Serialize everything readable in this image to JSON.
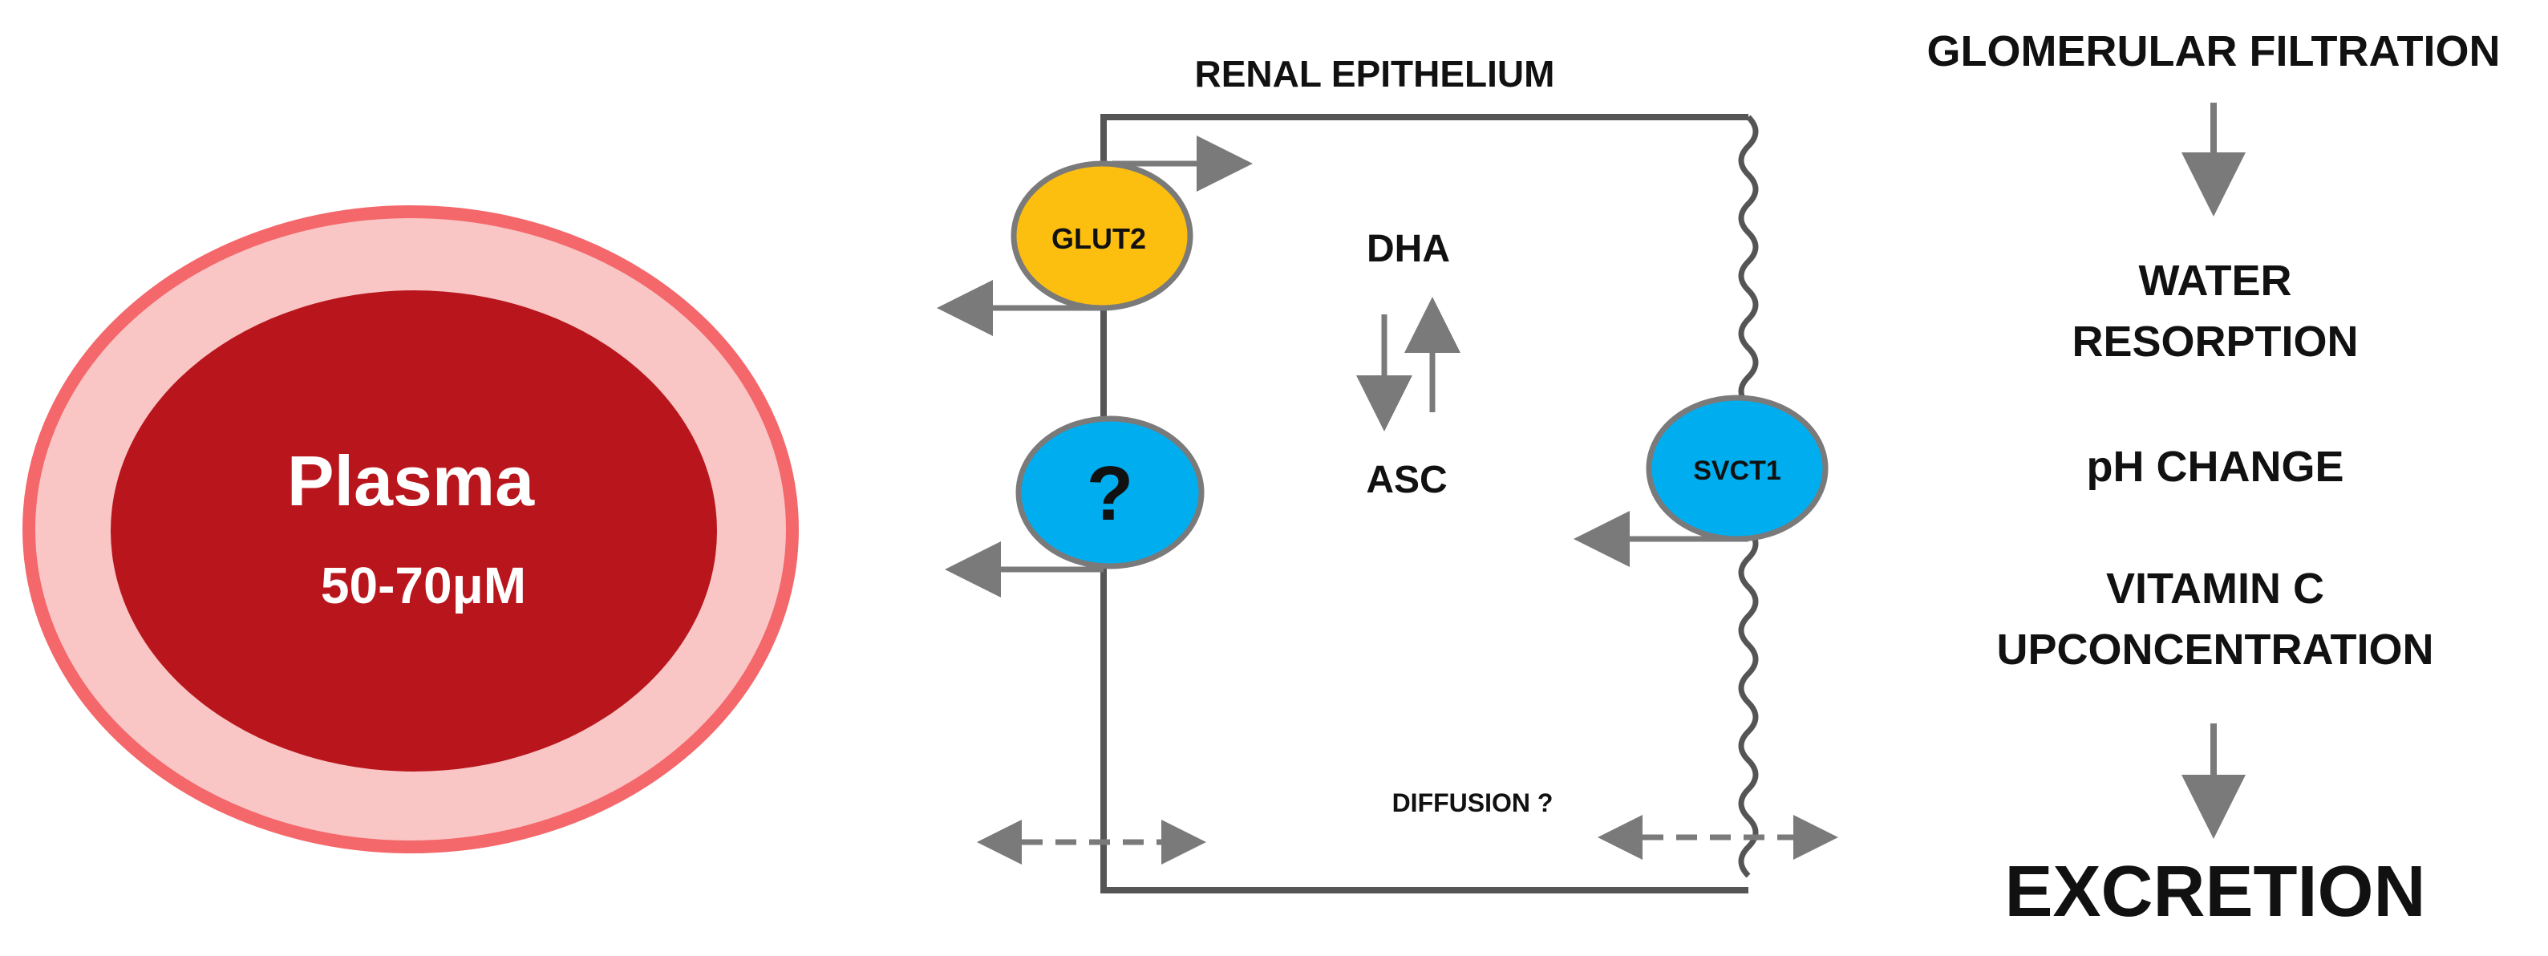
{
  "plasma": {
    "title": "Plasma",
    "concentration": "50-70μM"
  },
  "epithelium": {
    "title": "RENAL EPITHELIUM",
    "transporter_apical": "GLUT2",
    "transporter_unknown": "?",
    "transporter_basolateral": "SVCT1",
    "oxidized_form": "DHA",
    "reduced_form": "ASC",
    "diffusion_label": "DIFFUSION ?"
  },
  "process": {
    "step1": "GLOMERULAR FILTRATION",
    "step2_line1": "WATER",
    "step2_line2": "RESORPTION",
    "step3": "pH CHANGE",
    "step4_line1": "VITAMIN C",
    "step4_line2": "UPCONCENTRATION",
    "final": "EXCRETION"
  },
  "colors": {
    "plasma_outer": "#f4676a",
    "plasma_ring": "#f9c5c5",
    "plasma_inner": "#b8161c",
    "glut2": "#fdbf0f",
    "channel_blue": "#00aeef",
    "line_gray": "#555555",
    "arrow_gray": "#7a7a7a"
  }
}
